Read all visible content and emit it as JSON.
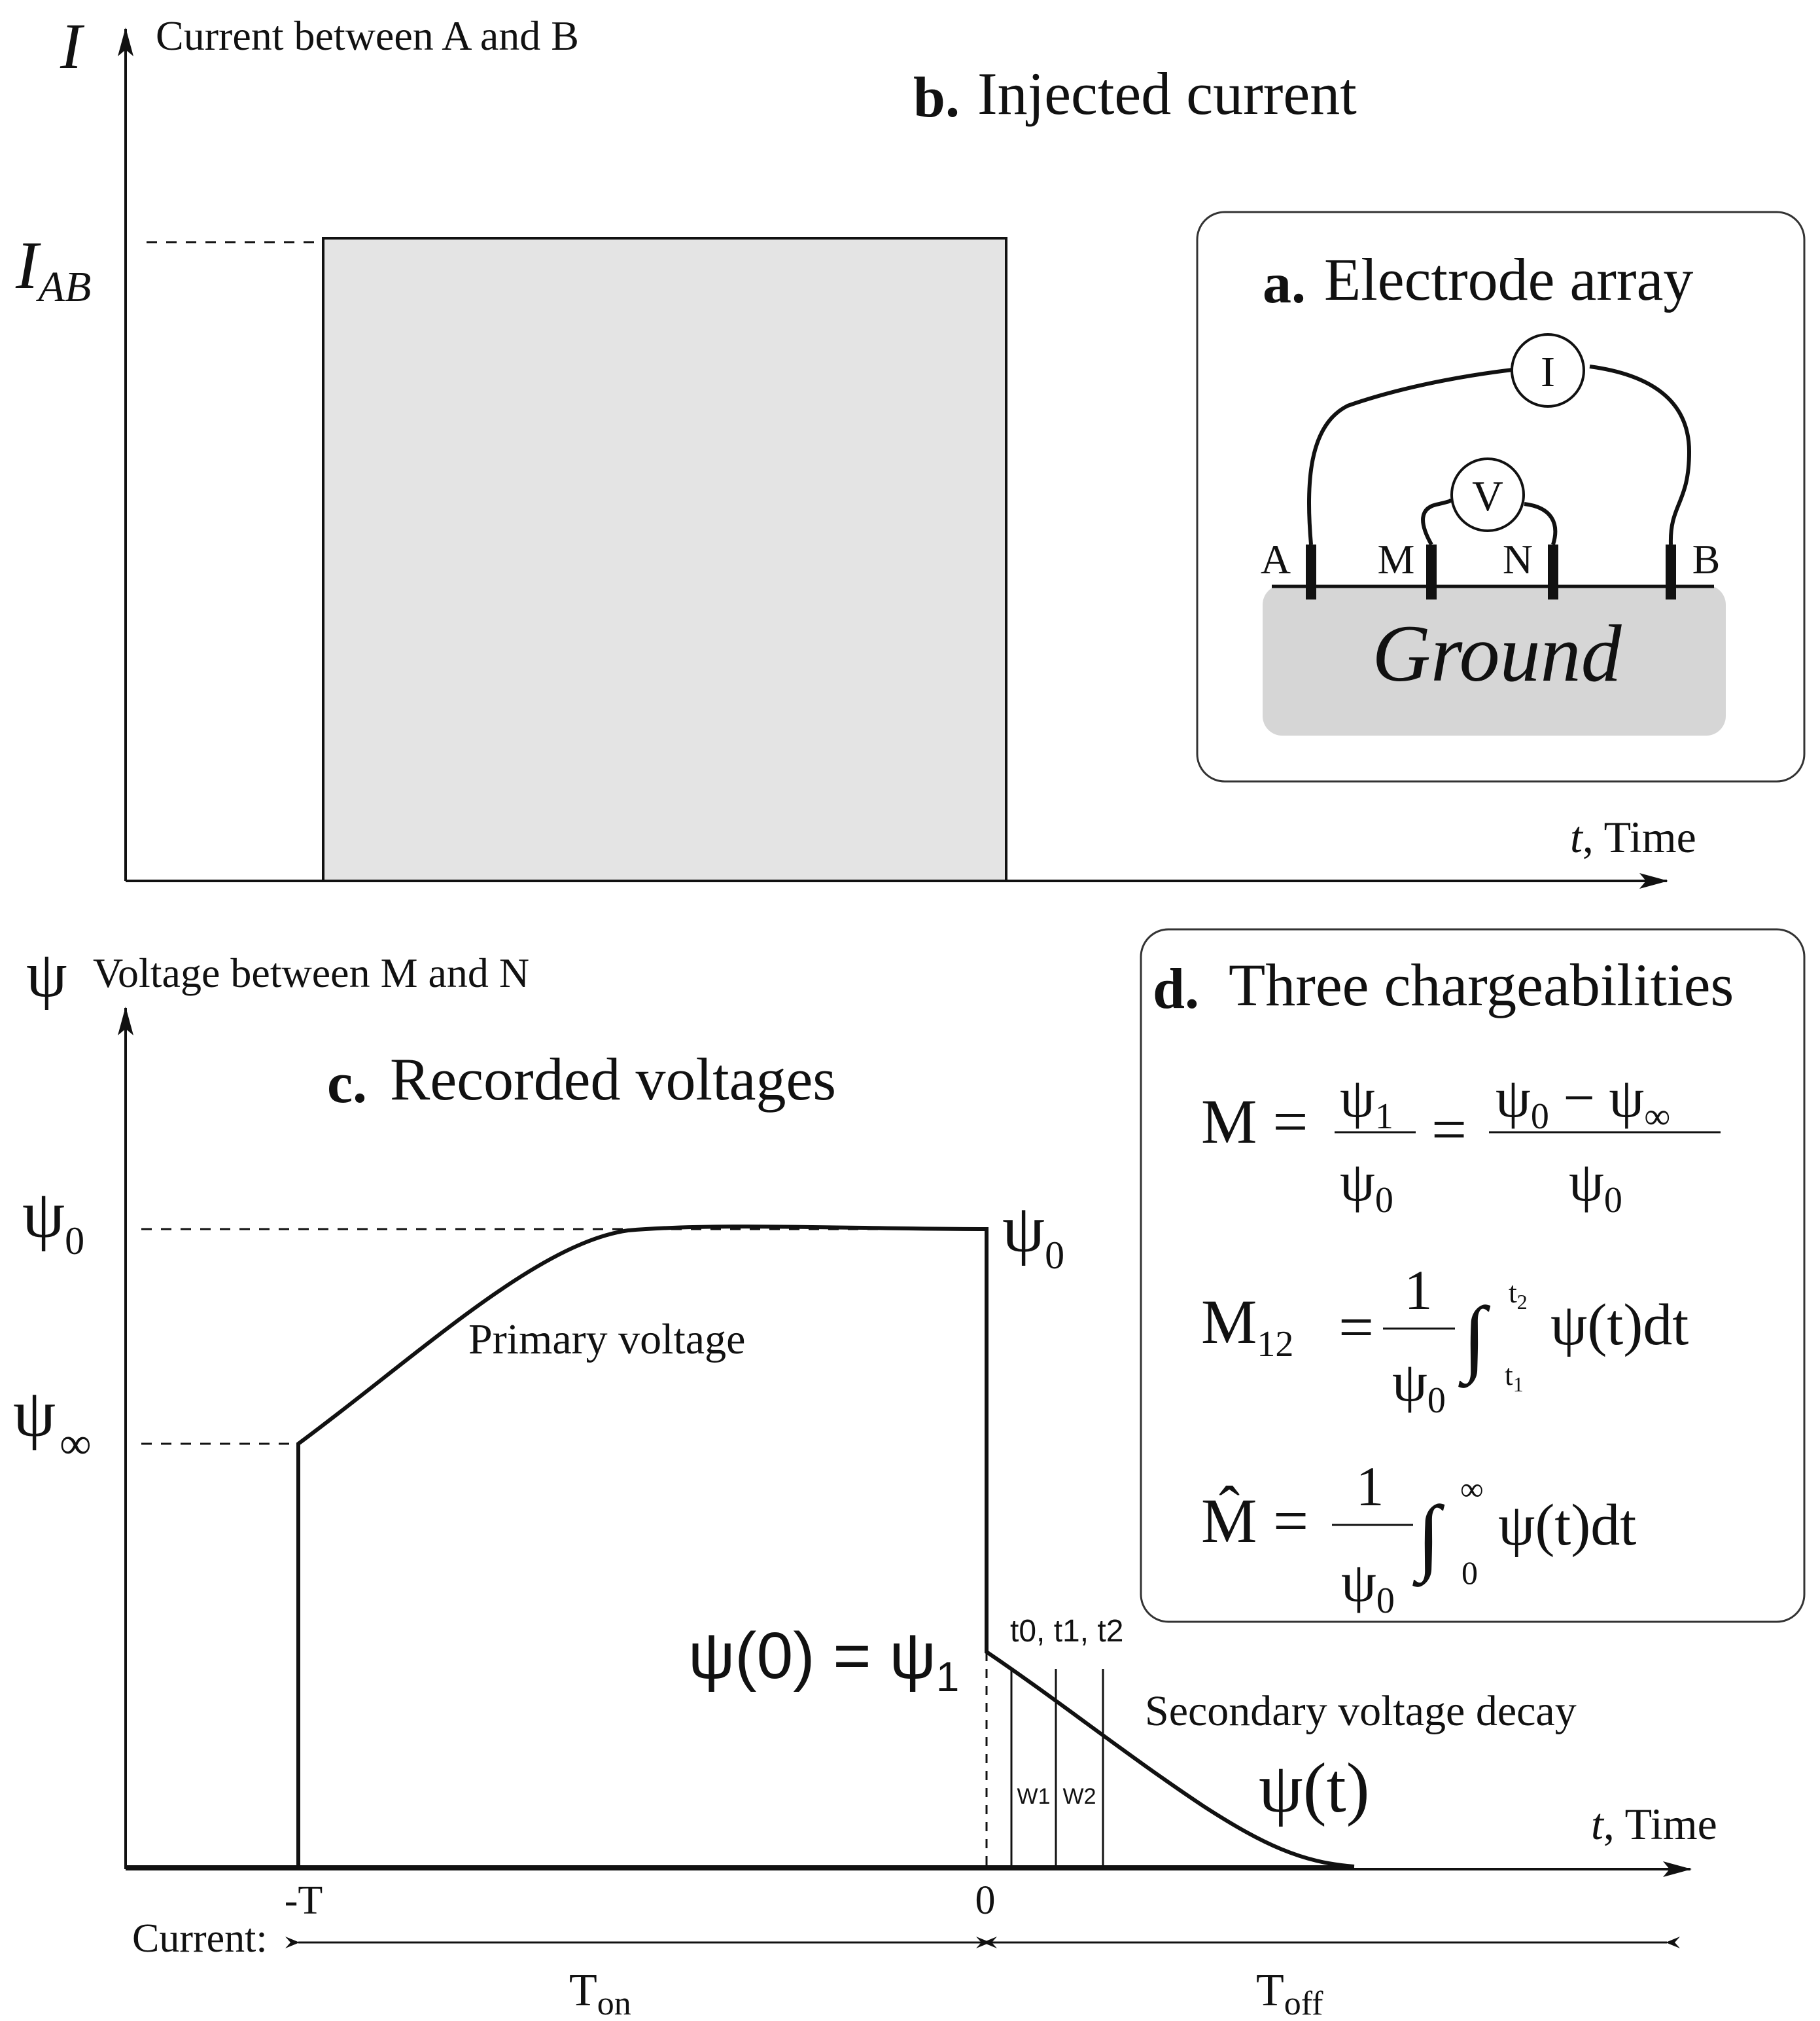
{
  "panel_b": {
    "label": "b.",
    "title": "Injected current",
    "y_symbol": "I",
    "y_label": "Current between A and B",
    "level_symbol": "I",
    "level_sub": "AB",
    "x_label_italic": "t",
    "x_label_rest": ", Time"
  },
  "panel_a": {
    "label": "a.",
    "title": "Electrode array",
    "meter_current": "I",
    "meter_voltage": "V",
    "electrodes": [
      "A",
      "M",
      "N",
      "B"
    ],
    "ground": "Ground"
  },
  "panel_c": {
    "label": "c.",
    "title": "Recorded voltages",
    "y_symbol": "ψ",
    "y_label": "Voltage between M and N",
    "psi0_left": "ψ",
    "psi0_left_sub": "0",
    "psi_inf": "ψ",
    "psi_inf_sub": "∞",
    "psi0_right": "ψ",
    "psi0_right_sub": "0",
    "primary": "Primary voltage",
    "psi_eq": "ψ(0) = ψ",
    "psi_eq_sub": "1",
    "times": "t0, t1, t2",
    "w1": "W1",
    "w2": "W2",
    "secondary": "Secondary voltage decay",
    "psi_t": "ψ(t)",
    "x_label_italic": "t",
    "x_label_rest": ", Time",
    "tick_minus_T": "-T",
    "tick_zero": "0",
    "current_label": "Current:",
    "t_on": "T",
    "t_on_sub": "on",
    "t_off": "T",
    "t_off_sub": "off"
  },
  "panel_d": {
    "label": "d.",
    "title": "Three chargeabilities",
    "eq1_lhs": "M =",
    "eq1_num1": "ψ",
    "eq1_num1_sub": "1",
    "eq1_den1": "ψ",
    "eq1_den1_sub": "0",
    "eq1_mid": "=",
    "eq1_num2": "ψ",
    "eq1_num2_sub_a": "0",
    "eq1_num2_minus": " − ψ",
    "eq1_num2_sub_b": "∞",
    "eq1_den2": "ψ",
    "eq1_den2_sub": "0",
    "eq2_lhs": "M",
    "eq2_lhs_sub": "12",
    "eq2_eq": "=",
    "eq2_num": "1",
    "eq2_den": "ψ",
    "eq2_den_sub": "0",
    "eq2_upper": "t",
    "eq2_upper_sub": "2",
    "eq2_lower": "t",
    "eq2_lower_sub": "1",
    "eq2_integrand": "ψ(t)dt",
    "eq3_lhs": "M̂",
    "eq3_eq": "=",
    "eq3_num": "1",
    "eq3_den": "ψ",
    "eq3_den_sub": "0",
    "eq3_upper": "∞",
    "eq3_lower": "0",
    "eq3_integrand": "ψ(t)dt",
    "integral": "∫"
  }
}
